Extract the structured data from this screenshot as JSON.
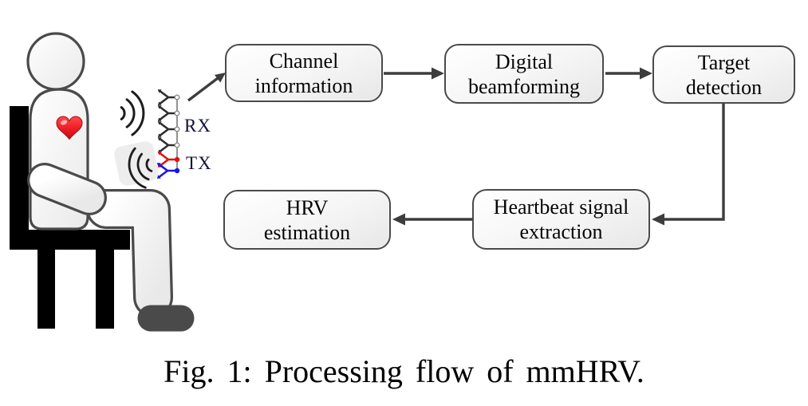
{
  "figure": {
    "caption": "Fig. 1: Processing flow of mmHRV."
  },
  "boxes": {
    "channel": {
      "line1": "Channel",
      "line2": "information"
    },
    "digital": {
      "line1": "Digital",
      "line2": "beamforming"
    },
    "target": {
      "line1": "Target",
      "line2": "detection"
    },
    "hrv": {
      "line1": "HRV",
      "line2": "estimation"
    },
    "heartbeat": {
      "line1": "Heartbeat signal",
      "line2": "extraction"
    }
  },
  "radar": {
    "rx_label": "RX",
    "tx_label": "TX",
    "rx_antenna_count": 4,
    "tx_antenna_count": 2
  },
  "colors": {
    "rx_antenna": "#2e2e2e",
    "tx_antenna_red": "#e31111",
    "tx_antenna_blue": "#1414e6",
    "heart_red": "#e31b23",
    "arrow": "#3d3d3d",
    "chair": "#000000",
    "box_border": "#4a4a4a"
  }
}
